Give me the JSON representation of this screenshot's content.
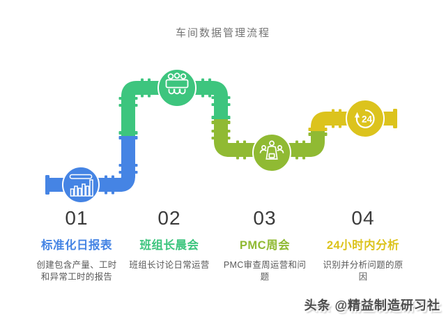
{
  "title": "车间数据管理流程",
  "watermark": "头条 @精益制造研习社",
  "badge_24": "24",
  "colors": {
    "blue": "#4584e4",
    "green": "#3dc57e",
    "olive": "#90ba33",
    "yellow": "#dcc31d",
    "number": "#3b3b3b",
    "description": "#595959",
    "title_gray": "#747474",
    "watermark_gray": "#4c4c4c"
  },
  "steps": [
    {
      "number": "01",
      "heading": "标准化日报表",
      "description": "创建包含产量、工时\n和异常工时的报告",
      "color": "#4584e4",
      "icon": "bar-chart-icon"
    },
    {
      "number": "02",
      "heading": "班组长晨会",
      "description": "班组长讨论日常运营",
      "color": "#3dc57e",
      "icon": "meeting-table-icon"
    },
    {
      "number": "03",
      "heading": "PMC周会",
      "description": "PMC审查周运营和问\n题",
      "color": "#90ba33",
      "icon": "presentation-icon"
    },
    {
      "number": "04",
      "heading": "24小时内分析",
      "description": "识别并分析问题的原\n因",
      "color": "#dcc31d",
      "icon": "hour24-cycle-icon"
    }
  ]
}
